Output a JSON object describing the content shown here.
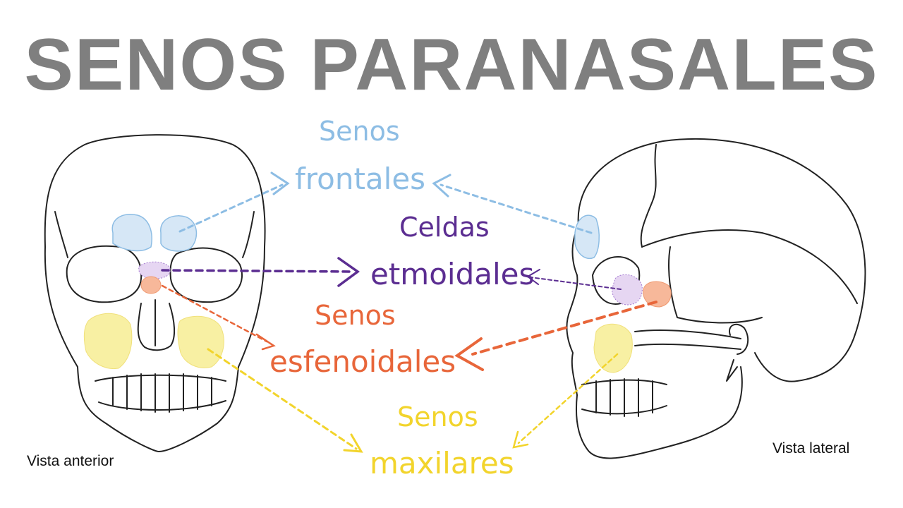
{
  "title": "SENOS PARANASALES",
  "colors": {
    "title": "#7f7f7f",
    "frontal": "#8dbde4",
    "ethmoid": "#5b2d91",
    "sphenoid": "#e8663a",
    "maxillary": "#f2d42c"
  },
  "labels": {
    "frontal_line1": "Senos",
    "frontal_line2": "frontales",
    "ethmoid_line1": "Celdas",
    "ethmoid_line2": "etmoidales",
    "sphenoid_line1": "Senos",
    "sphenoid_line2": "esfenoidales",
    "maxillary_line1": "Senos",
    "maxillary_line2": "maxilares"
  },
  "captions": {
    "anterior": "Vista anterior",
    "lateral": "Vista lateral"
  }
}
